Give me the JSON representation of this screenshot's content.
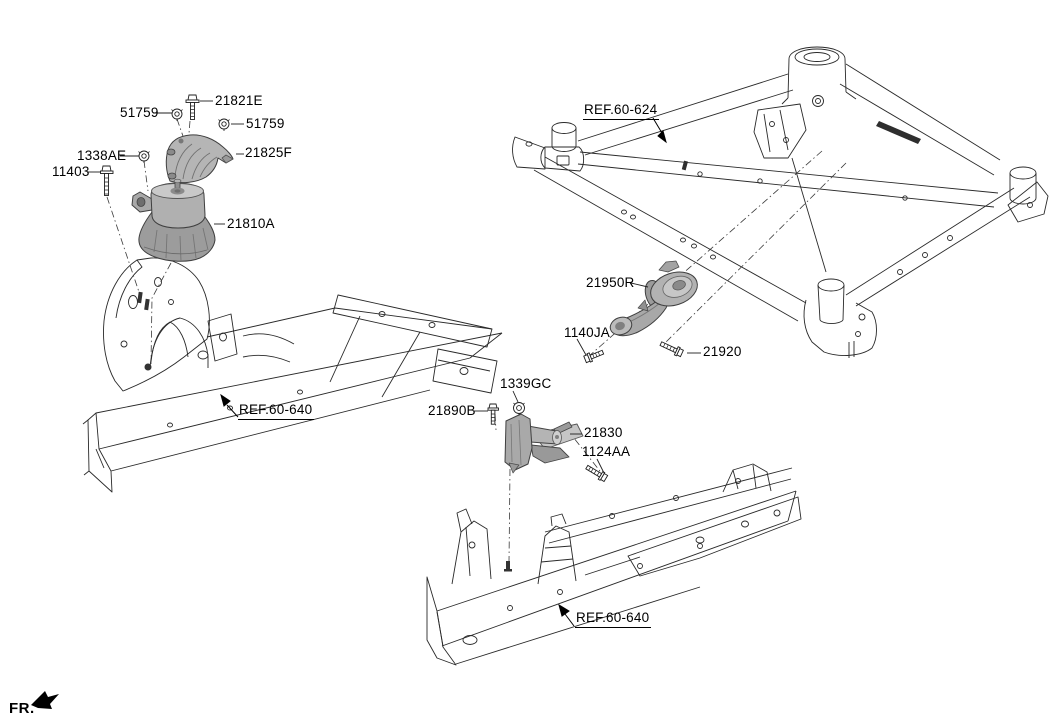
{
  "diagram": {
    "fr_label": "FR.",
    "parts": [
      {
        "id": "51759-upper",
        "label": "51759"
      },
      {
        "id": "21821E",
        "label": "21821E"
      },
      {
        "id": "51759-right",
        "label": "51759"
      },
      {
        "id": "1338AE",
        "label": "1338AE"
      },
      {
        "id": "21825F",
        "label": "21825F"
      },
      {
        "id": "11403",
        "label": "11403"
      },
      {
        "id": "21810A",
        "label": "21810A"
      },
      {
        "id": "21950R",
        "label": "21950R"
      },
      {
        "id": "1140JA",
        "label": "1140JA"
      },
      {
        "id": "21920",
        "label": "21920"
      },
      {
        "id": "1339GC",
        "label": "1339GC"
      },
      {
        "id": "21890B",
        "label": "21890B"
      },
      {
        "id": "21830",
        "label": "21830"
      },
      {
        "id": "1124AA",
        "label": "1124AA"
      }
    ],
    "references": [
      {
        "id": "ref-60-624",
        "label": "REF.60-624"
      },
      {
        "id": "ref-60-640-upper",
        "label": "REF.60-640"
      },
      {
        "id": "ref-60-640-lower",
        "label": "REF.60-640"
      }
    ],
    "colors": {
      "line": "#2a2a2a",
      "part_fill": "#aeaeae",
      "part_fill_light": "#c9c9c9",
      "part_fill_dark": "#8f8f8f",
      "label_text": "#000000",
      "background": "#ffffff"
    }
  }
}
